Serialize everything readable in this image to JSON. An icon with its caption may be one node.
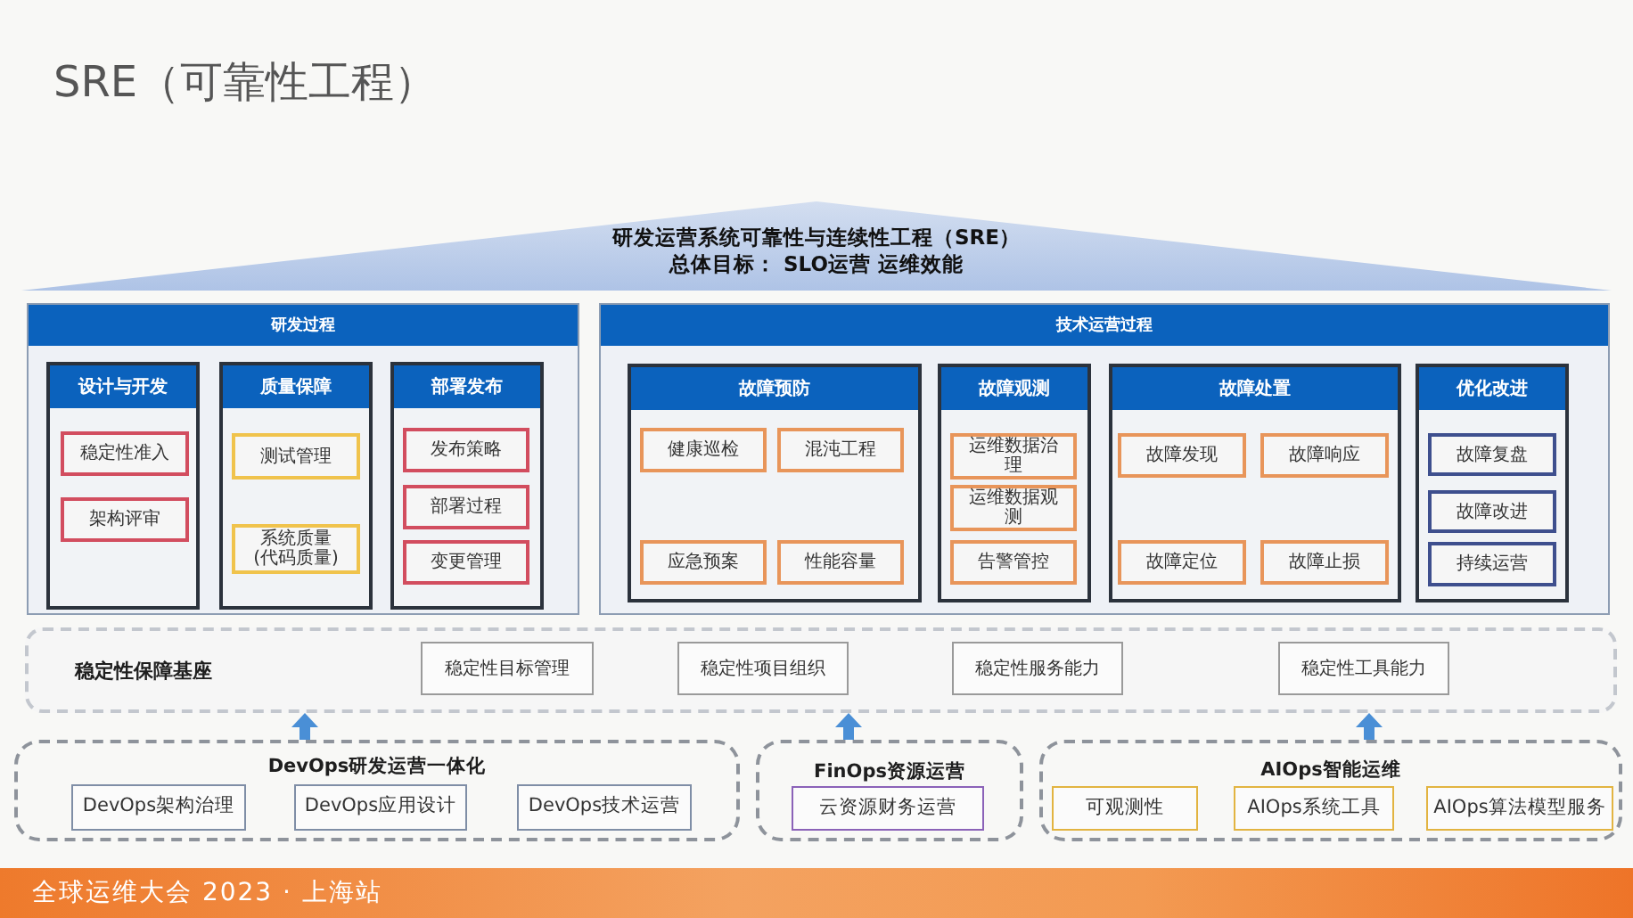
{
  "diagram": {
    "title": "SRE（可靠性工程）",
    "nodes": [
      {
        "text": [
          "研发运营系统可靠性与连续性工程（SRE）",
          "总体目标： SLO运营 运维效能"
        ]
      },
      {
        "text": [
          "研发过程"
        ]
      },
      {
        "text": [
          "设计与开发"
        ],
        "in": 1
      },
      {
        "text": [
          "稳定性准入"
        ],
        "in": 2
      },
      {
        "text": [
          "架构评审"
        ],
        "in": 2
      },
      {
        "text": [
          "质量保障"
        ],
        "in": 1
      },
      {
        "text": [
          "测试管理"
        ],
        "in": 5
      },
      {
        "text": [
          "系统质量(代码质量)"
        ],
        "in": 5
      },
      {
        "text": [
          "部署发布"
        ],
        "in": 1
      },
      {
        "text": [
          "发布策略"
        ],
        "in": 8
      },
      {
        "text": [
          "部署过程"
        ],
        "in": 8
      },
      {
        "text": [
          "变更管理"
        ],
        "in": 8
      },
      {
        "text": [
          "技术运营过程"
        ]
      },
      {
        "text": [
          "故障预防"
        ],
        "in": 12
      },
      {
        "text": [
          "健康巡检"
        ],
        "in": 13
      },
      {
        "text": [
          "混沌工程"
        ],
        "in": 13
      },
      {
        "text": [
          "应急预案"
        ],
        "in": 13
      },
      {
        "text": [
          "性能容量"
        ],
        "in": 13
      },
      {
        "text": [
          "故障观测"
        ],
        "in": 12
      },
      {
        "text": [
          "运维数据治理"
        ],
        "in": 18
      },
      {
        "text": [
          "运维数据观测"
        ],
        "in": 18
      },
      {
        "text": [
          "告警管控"
        ],
        "in": 18
      },
      {
        "text": [
          "故障处置"
        ],
        "in": 12
      },
      {
        "text": [
          "故障发现"
        ],
        "in": 22
      },
      {
        "text": [
          "故障响应"
        ],
        "in": 22
      },
      {
        "text": [
          "故障定位"
        ],
        "in": 22
      },
      {
        "text": [
          "故障止损"
        ],
        "in": 22
      },
      {
        "text": [
          "优化改进"
        ],
        "in": 12
      },
      {
        "text": [
          "故障复盘"
        ],
        "in": 27
      },
      {
        "text": [
          "故障改进"
        ],
        "in": 27
      },
      {
        "text": [
          "持续运营"
        ],
        "in": 27
      },
      {
        "text": [
          "稳定性保障基座"
        ]
      },
      {
        "text": [
          "稳定性目标管理"
        ],
        "in": 31
      },
      {
        "text": [
          "稳定性项目组织"
        ],
        "in": 31
      },
      {
        "text": [
          "稳定性服务能力"
        ],
        "in": 31
      },
      {
        "text": [
          "稳定性工具能力"
        ],
        "in": 31
      },
      {
        "text": [
          "DevOps研发运营一体化"
        ]
      },
      {
        "text": [
          "DevOps架构治理"
        ],
        "in": 36
      },
      {
        "text": [
          "DevOps应用设计"
        ],
        "in": 36
      },
      {
        "text": [
          "DevOps技术运营"
        ],
        "in": 36
      },
      {
        "text": [
          "FinOps资源运营"
        ]
      },
      {
        "text": [
          "云资源财务运营"
        ],
        "in": 40
      },
      {
        "text": [
          "AIOps智能运维"
        ]
      },
      {
        "text": [
          "可观测性"
        ],
        "in": 42
      },
      {
        "text": [
          "AIOps系统工具"
        ],
        "in": 42
      },
      {
        "text": [
          "AIOps算法模型服务"
        ],
        "in": 42
      }
    ],
    "edges": [
      {
        "from": 36,
        "to": 31,
        "arrow": "to"
      },
      {
        "from": 40,
        "to": 31,
        "arrow": "to"
      },
      {
        "from": 42,
        "to": 31,
        "arrow": "to"
      }
    ],
    "labels": [
      "全球运维大会 2023 · 上海站"
    ]
  }
}
